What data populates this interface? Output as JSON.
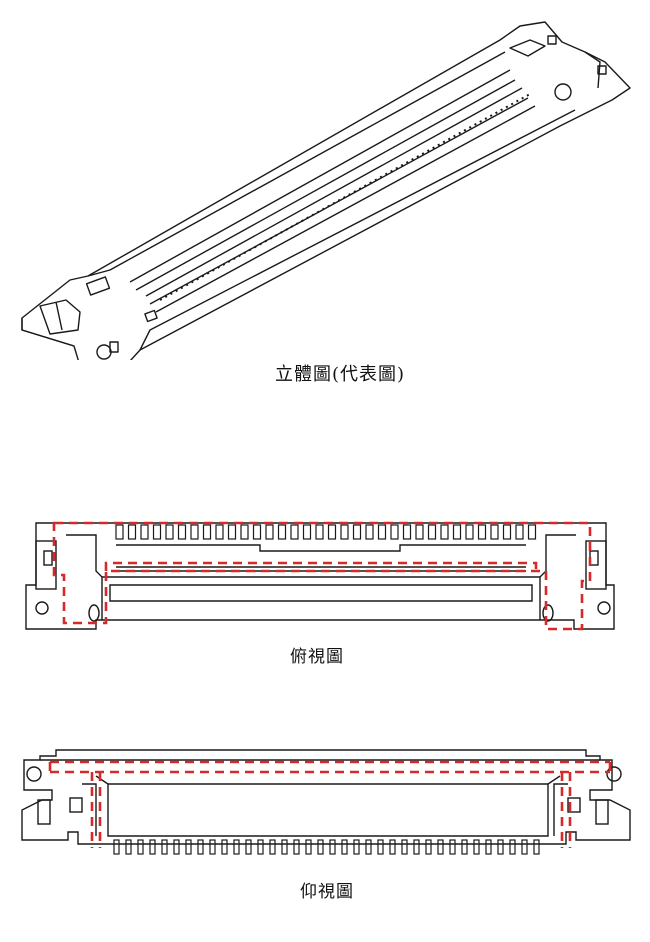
{
  "figure": {
    "views": [
      {
        "id": "isometric",
        "caption": "立體圖(代表圖)"
      },
      {
        "id": "top",
        "caption": "俯視圖"
      },
      {
        "id": "bottom",
        "caption": "仰視圖"
      }
    ],
    "line_color": "#1a1a1a",
    "highlight_color": "#d42a2a",
    "highlight_style": "dashed"
  }
}
